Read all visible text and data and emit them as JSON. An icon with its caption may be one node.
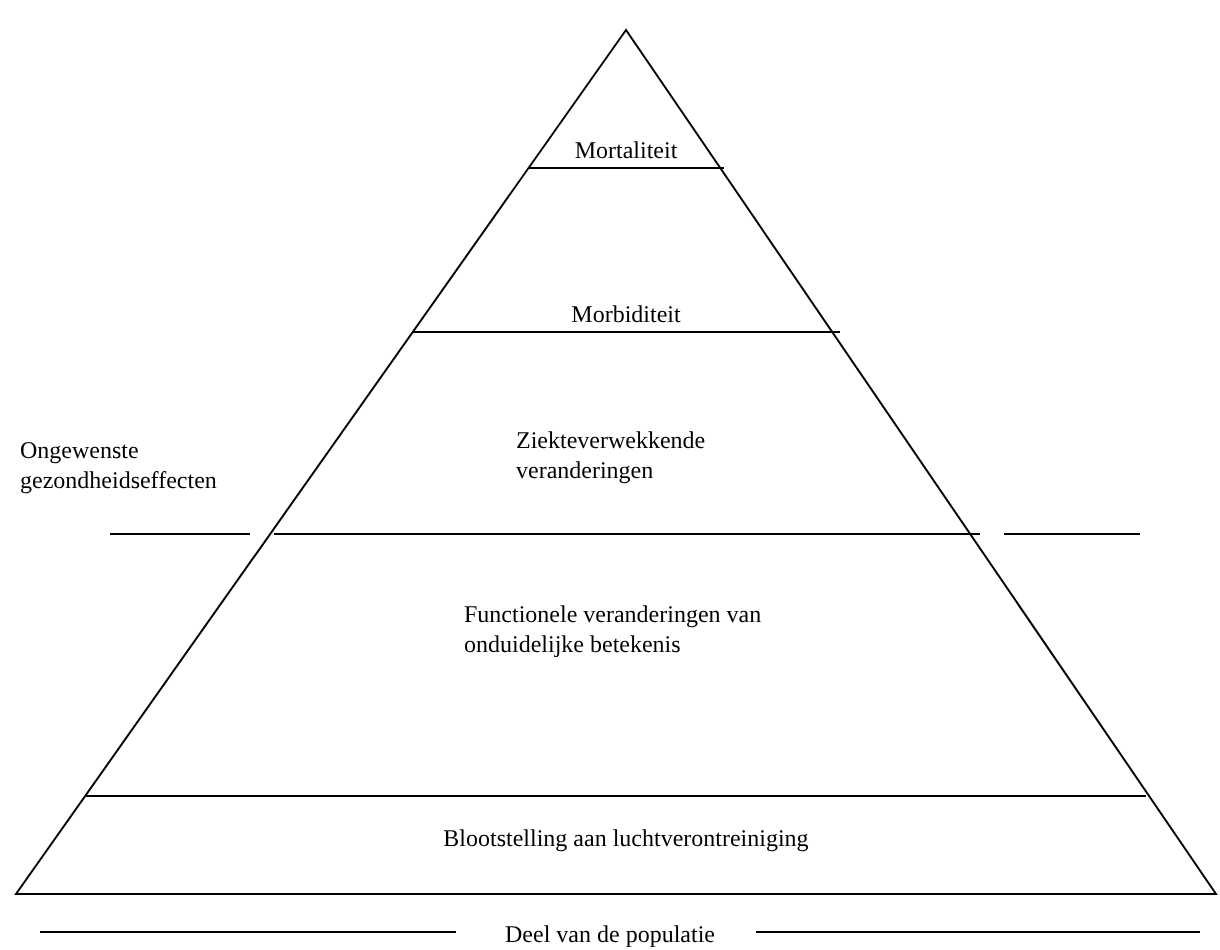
{
  "diagram": {
    "nodes": [
      {
        "text": [
          "Mortaliteit"
        ]
      },
      {
        "text": [
          "Morbiditeit"
        ]
      },
      {
        "text": [
          "Ziekteverwekkende veranderingen"
        ]
      },
      {
        "text": [
          "Functionele veranderingen van onduidelijke betekenis"
        ]
      },
      {
        "text": [
          "Blootstelling aan luchtverontreiniging"
        ]
      }
    ],
    "edges": [],
    "labels": [
      "Ongewenste gezondheidseffecten",
      "Deel van de populatie"
    ]
  }
}
